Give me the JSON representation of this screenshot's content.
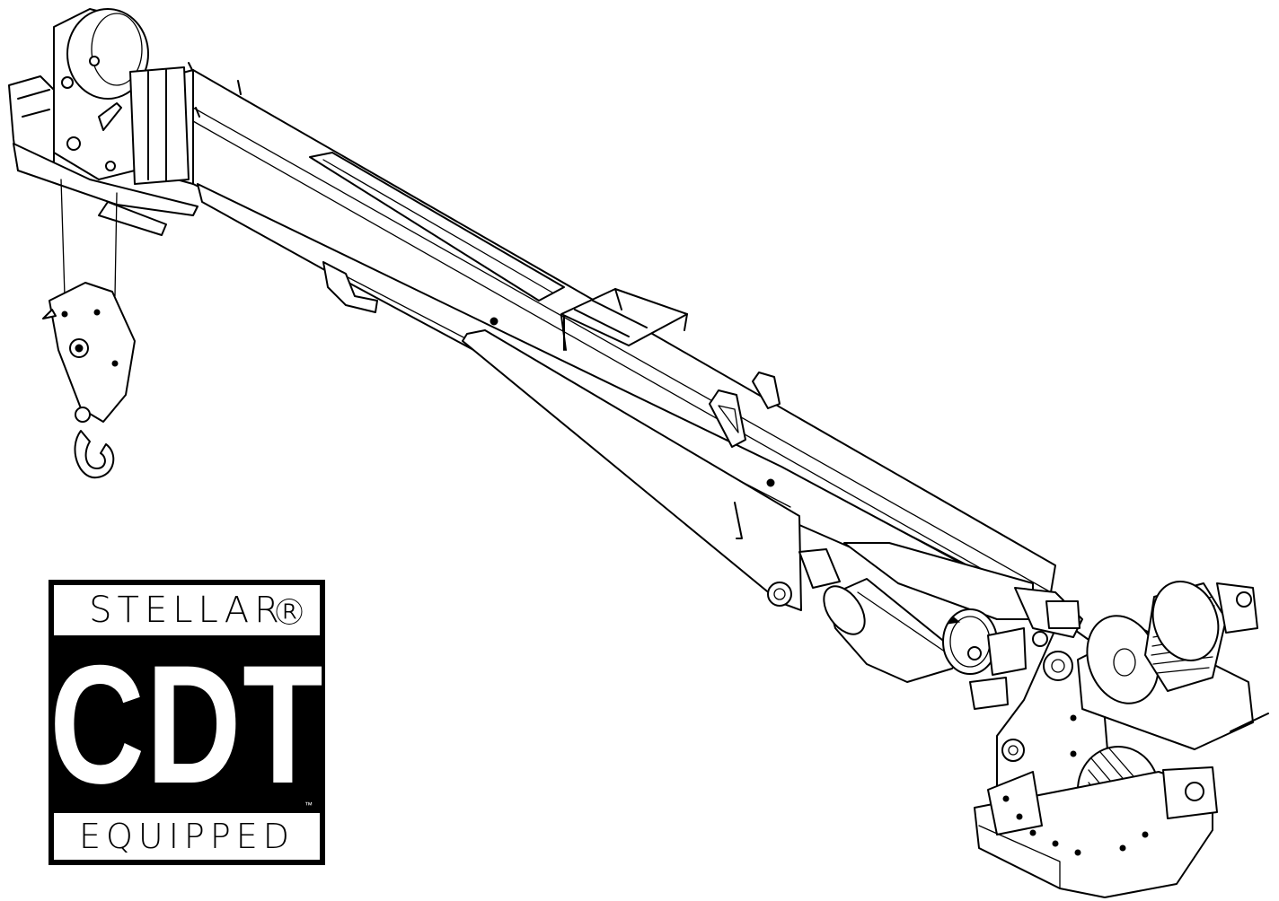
{
  "logo": {
    "brand": "STELLAR",
    "registered_mark": "®",
    "product": "CDT",
    "trademark": "™",
    "tagline": "EQUIPPED"
  },
  "colors": {
    "ink": "#000000",
    "background": "#ffffff"
  }
}
